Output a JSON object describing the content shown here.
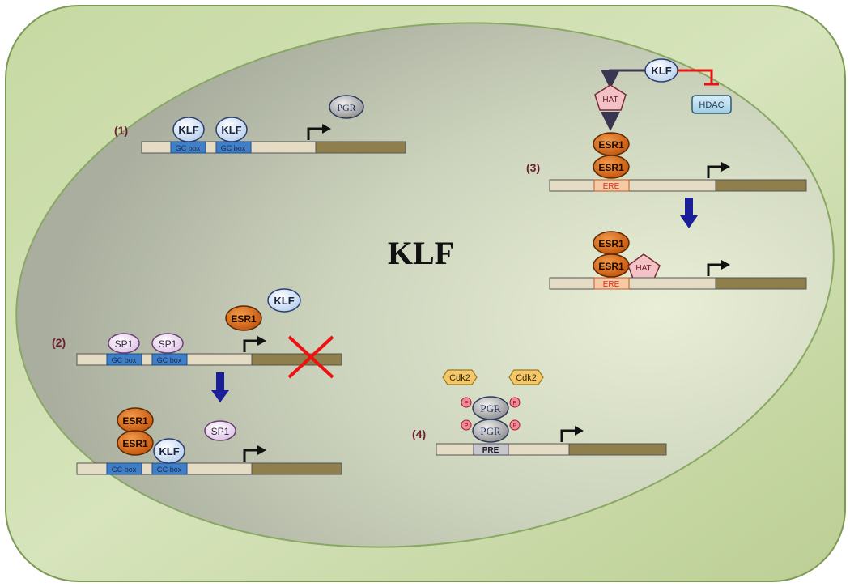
{
  "title": "KLF",
  "labels": {
    "panel1": "(1)",
    "panel2": "(2)",
    "panel3": "(3)",
    "panel4": "(4)"
  },
  "proteins": {
    "klf": "KLF",
    "pgr": "PGR",
    "esr1": "ESR1",
    "sp1": "SP1",
    "hat": "HAT",
    "hdac": "HDAC",
    "cdk2": "Cdk2",
    "phospho": "P"
  },
  "elements": {
    "gc_box": "GC box",
    "ere": "ERE",
    "pre": "PRE"
  },
  "colors": {
    "cell_outer": "#c9d9a8",
    "nucleus": "#c2c8b4",
    "dna_promoter": "#e4dcc4",
    "dna_gene": "#8e7f4c",
    "gc_box": "#3f7fc8",
    "esr1": "#d8650f",
    "klf": "#cfe0f4",
    "sp1": "#ecd9ef",
    "arrow_down": "#1a1f99",
    "inhibit": "#ee1111"
  }
}
